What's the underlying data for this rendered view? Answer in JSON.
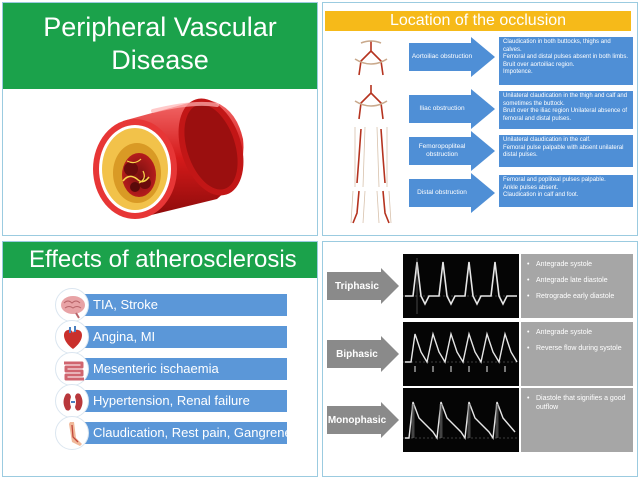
{
  "pvd": {
    "title_line1": "Peripheral Vascular",
    "title_line2": "Disease"
  },
  "location": {
    "title": "Location of the occlusion",
    "rows": [
      {
        "label": "Aortoiliac obstruction",
        "desc": [
          "Claudication in both buttocks, thighs and calves.",
          "Femoral and distal pulses absent in both limbs.",
          "Bruit over aortoiliac region.",
          "Impotence."
        ]
      },
      {
        "label": "Iliac obstruction",
        "desc": [
          "Unilateral claudication in the thigh and calf and sometimes the buttock.",
          "Bruit over the iliac region Unilateral absence of femoral and distal pulses."
        ]
      },
      {
        "label": "Femoropopliteal obstruction",
        "desc": [
          "Unilateral claudication in the calf.",
          "Femoral pulse palpable with absent unilateral distal pulses."
        ]
      },
      {
        "label": "Distal obstruction",
        "desc": [
          "Femoral and popliteal pulses palpable.",
          "Ankle pulses absent.",
          "Claudication in calf and foot."
        ]
      }
    ]
  },
  "effects": {
    "title": "Effects of atherosclerosis",
    "items": [
      {
        "label": "TIA, Stroke",
        "icon": "brain-icon"
      },
      {
        "label": "Angina, MI",
        "icon": "heart-icon"
      },
      {
        "label": "Mesenteric ischaemia",
        "icon": "intestine-icon"
      },
      {
        "label": "Hypertension, Renal failure",
        "icon": "kidney-icon"
      },
      {
        "label": "Claudication, Rest pain, Gangrene",
        "icon": "leg-icon"
      }
    ]
  },
  "waveforms": [
    {
      "label": "Triphasic",
      "notes": [
        "Antegrade systole",
        "Antegrade late diastole",
        "Retrograde early diastole"
      ]
    },
    {
      "label": "Biphasic",
      "notes": [
        "Antegrade systole",
        "Reverse flow during systole"
      ]
    },
    {
      "label": "Monophasic",
      "notes": [
        "Diastole that signifies a good outflow"
      ]
    }
  ],
  "colors": {
    "green": "#1ba24b",
    "yellow": "#f6ba19",
    "blue": "#5b97d8",
    "grey": "#a6a6a6"
  }
}
